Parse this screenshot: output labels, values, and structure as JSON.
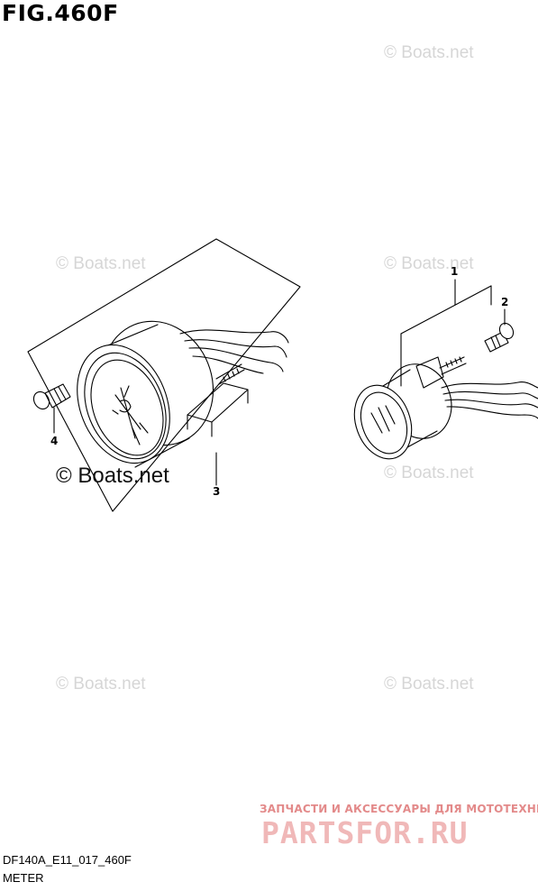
{
  "figure": {
    "title": "FIG.460F",
    "code": "DF140A_E11_017_460F",
    "caption": "METER"
  },
  "watermark_text": "© Boats.net",
  "callouts": [
    "1",
    "2",
    "3",
    "4"
  ],
  "seller": {
    "tagline": "ЗАПЧАСТИ И АКСЕССУАРЫ ДЛЯ МОТОТЕХНИКИ",
    "logo": "PARTSFOR.RU"
  },
  "colors": {
    "line": "#000000",
    "watermark": "#d6d6d6",
    "seller_tag": "#e38a8a",
    "seller_logo": "#f0b8b8"
  }
}
